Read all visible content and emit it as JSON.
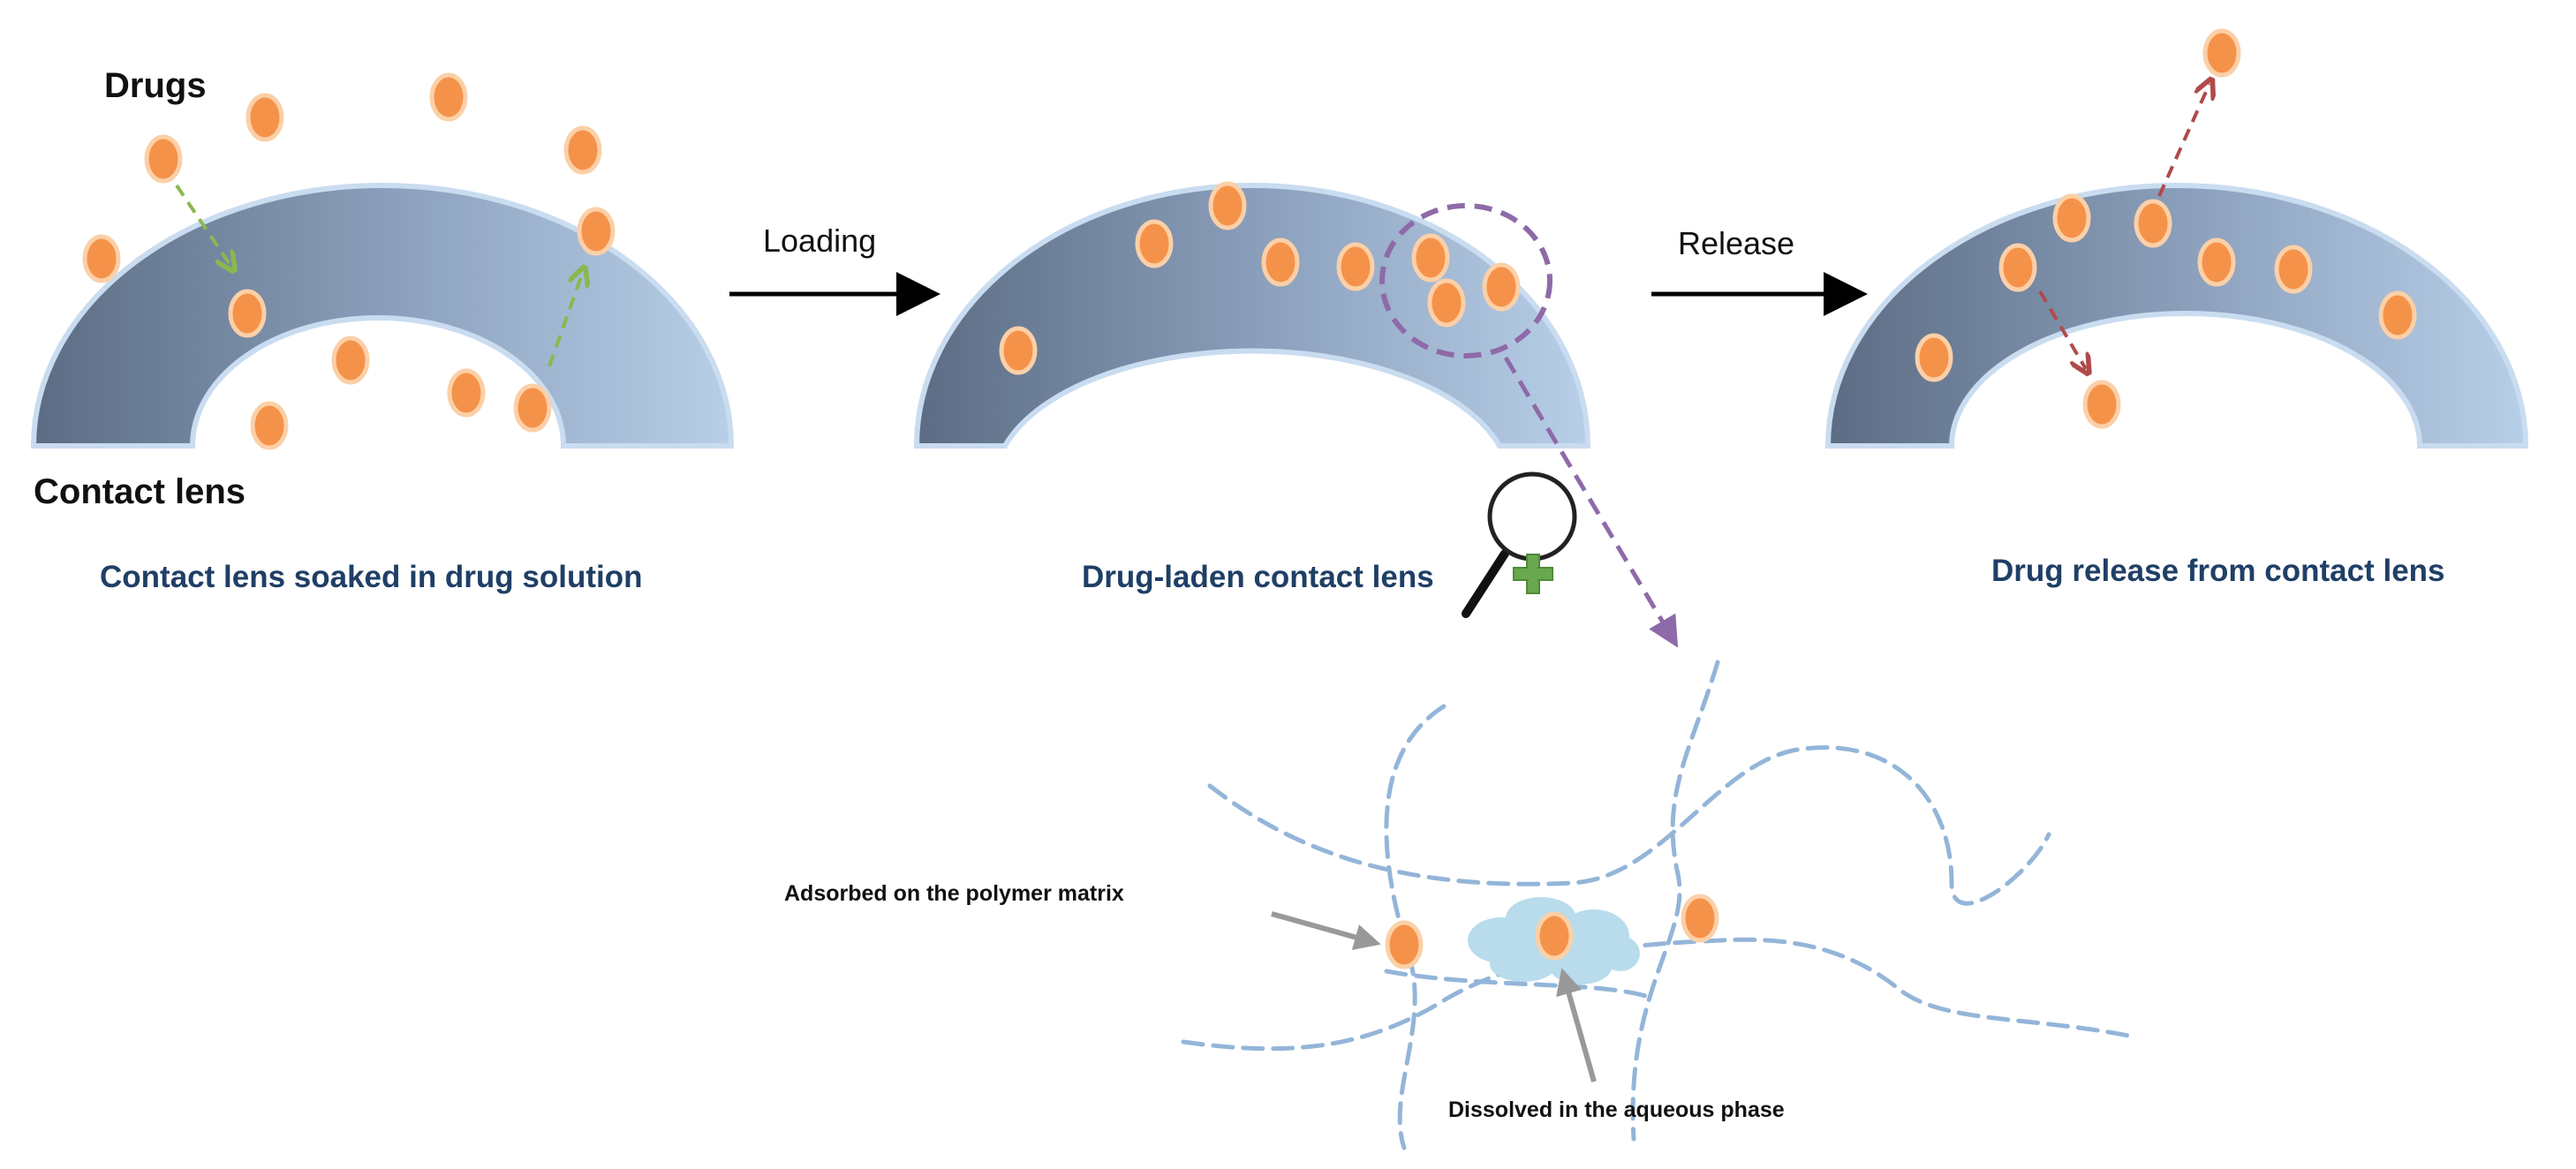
{
  "labels": {
    "drugs": "Drugs",
    "contact_lens": "Contact lens",
    "loading": "Loading",
    "release": "Release"
  },
  "captions": {
    "soaked": "Contact lens soaked in drug solution",
    "laden": "Drug-laden contact lens",
    "release": "Drug release from contact lens"
  },
  "detail": {
    "adsorbed": "Adsorbed on the polymer matrix",
    "dissolved": "Dissolved in the aqueous phase"
  },
  "colors": {
    "drug_fill": "#f5924a",
    "drug_ring": "#fbd0a8",
    "lens_dark": "#5c6c84",
    "lens_light": "#b8cfe8",
    "lens_edge": "#c9dcf0",
    "polymer_line": "#93b5d8",
    "water_cloud": "#b8dcec",
    "loading_arrow": "#8bb84e",
    "release_arrow": "#b04a4a",
    "zoom_marker": "#8e6aa8",
    "pointer_arrow": "#999999",
    "process_arrow": "#000000",
    "magnifier_plus": "#6aa84f"
  },
  "icons": {
    "magnifier": "magnifier-icon",
    "plus": "plus-icon"
  }
}
